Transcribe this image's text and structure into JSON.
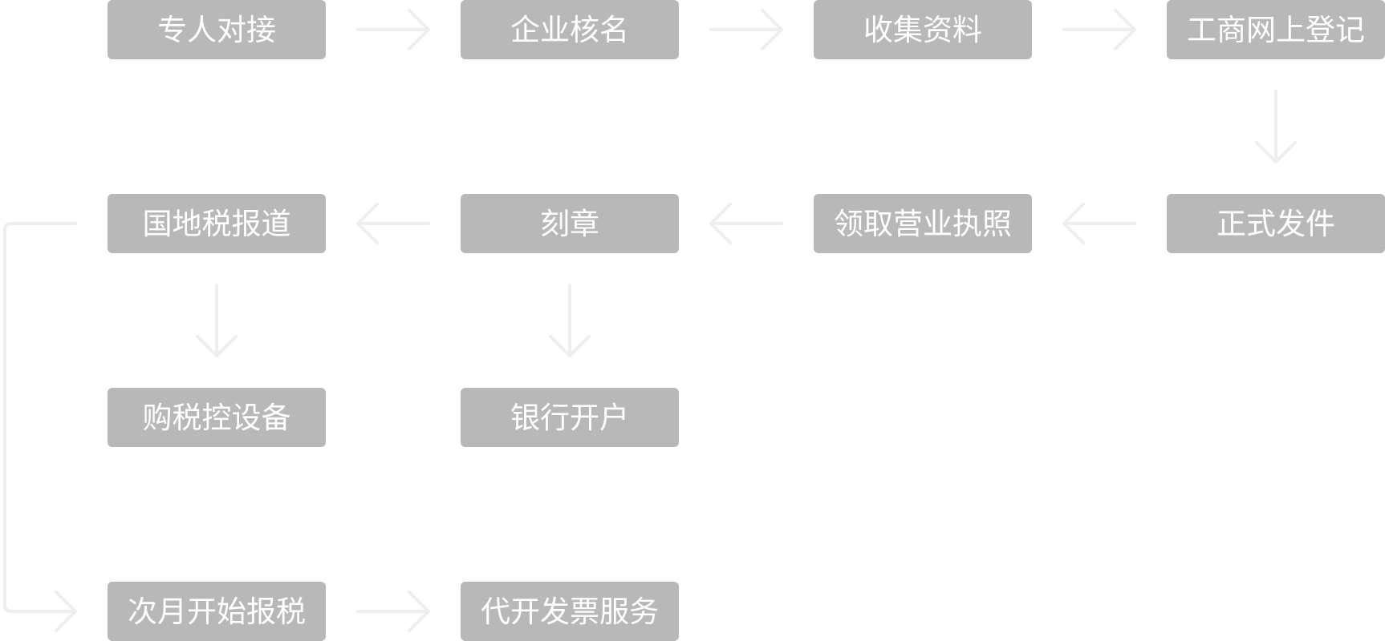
{
  "colors": {
    "box_fill": "#b8b8b8",
    "box_text": "#ffffff",
    "arrow": "#eeeeee"
  },
  "steps": [
    {
      "label": "专人对接"
    },
    {
      "label": "企业核名"
    },
    {
      "label": "收集资料"
    },
    {
      "label": "工商网上登记"
    },
    {
      "label": "正式发件"
    },
    {
      "label": "领取营业执照"
    },
    {
      "label": "刻章"
    },
    {
      "label": "国地税报道"
    },
    {
      "label": "购税控设备"
    },
    {
      "label": "银行开户"
    },
    {
      "label": "次月开始报税"
    },
    {
      "label": "代开发票服务"
    }
  ],
  "connections": [
    {
      "from": 0,
      "to": 1,
      "direction": "right"
    },
    {
      "from": 1,
      "to": 2,
      "direction": "right"
    },
    {
      "from": 2,
      "to": 3,
      "direction": "right"
    },
    {
      "from": 3,
      "to": 4,
      "direction": "down"
    },
    {
      "from": 4,
      "to": 5,
      "direction": "left"
    },
    {
      "from": 5,
      "to": 6,
      "direction": "left"
    },
    {
      "from": 6,
      "to": 7,
      "direction": "left"
    },
    {
      "from": 7,
      "to": 8,
      "direction": "down"
    },
    {
      "from": 6,
      "to": 9,
      "direction": "down"
    },
    {
      "from": 7,
      "to": 10,
      "direction": "elbow"
    },
    {
      "from": 10,
      "to": 11,
      "direction": "right"
    }
  ]
}
